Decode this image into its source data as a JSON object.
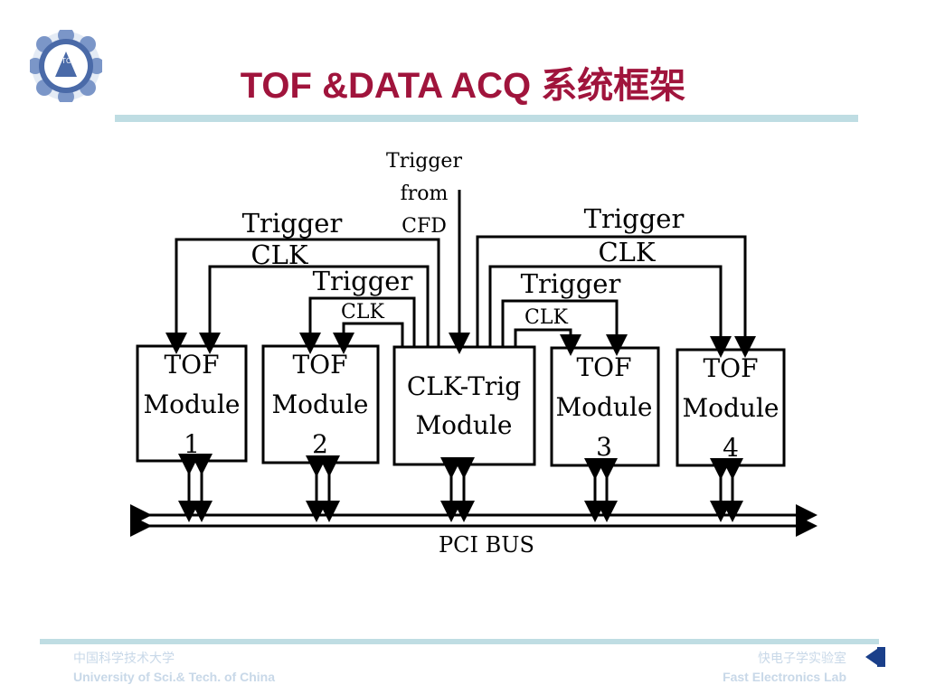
{
  "slide": {
    "title": "TOF &DATA ACQ 系统框架",
    "logo_text": "USTC"
  },
  "diagram": {
    "trigger_source": [
      "Trigger",
      "from",
      "CFD"
    ],
    "modules": {
      "tof1": [
        "TOF",
        "Module",
        "1"
      ],
      "tof2": [
        "TOF",
        "Module",
        "2"
      ],
      "clktrig": [
        "CLK-Trig",
        "Module"
      ],
      "tof3": [
        "TOF",
        "Module",
        "3"
      ],
      "tof4": [
        "TOF",
        "Module",
        "4"
      ]
    },
    "labels": {
      "trigger_left_outer": "Trigger",
      "clk_left_outer": "CLK",
      "trigger_left_inner": "Trigger",
      "clk_left_inner": "CLK",
      "trigger_right_outer": "Trigger",
      "clk_right_outer": "CLK",
      "trigger_right_inner": "Trigger",
      "clk_right_inner": "CLK",
      "bus": "PCI BUS"
    }
  },
  "footer": {
    "left_cn": "中国科学技术大学",
    "left_en": "University of Sci.& Tech. of China",
    "right_cn": "快电子学实验室",
    "right_en": "Fast Electronics Lab"
  },
  "colors": {
    "title": "#a0143c",
    "accent_bar": "#bfdde3",
    "logo_blue": "#4a6aa8",
    "footer_text": "#c8d8e8"
  }
}
